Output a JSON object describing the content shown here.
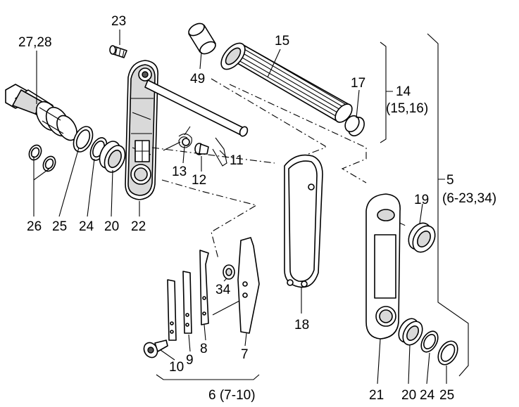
{
  "diagram": {
    "labels": {
      "p23": "23",
      "p27_28": "27,28",
      "p15": "15",
      "p49": "49",
      "p17": "17",
      "p14": "14",
      "p14_sub": "(15,16)",
      "p11": "11",
      "p13": "13",
      "p12": "12",
      "p5": "5",
      "p5_sub": "(6-23,34)",
      "p19": "19",
      "p26": "26",
      "p25a": "25",
      "p24a": "24",
      "p20a": "20",
      "p22": "22",
      "p34": "34",
      "p18": "18",
      "p8": "8",
      "p9": "9",
      "p10": "10",
      "p7": "7",
      "p6": "6 (7-10)",
      "p21": "21",
      "p20b": "20",
      "p24b": "24",
      "p25b": "25"
    }
  }
}
